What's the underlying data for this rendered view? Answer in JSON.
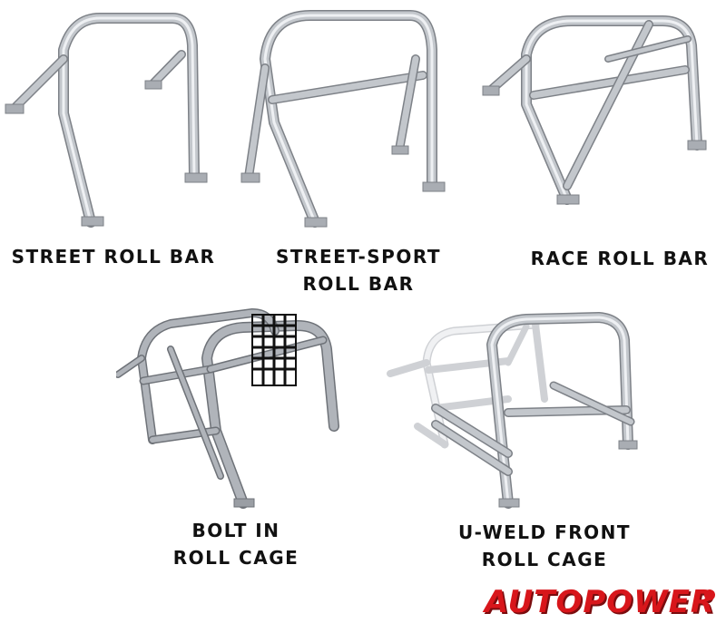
{
  "products": [
    {
      "name": "street-roll-bar",
      "label_lines": [
        "STREET ROLL BAR"
      ]
    },
    {
      "name": "street-sport-roll-bar",
      "label_lines": [
        "STREET-SPORT",
        "ROLL BAR"
      ]
    },
    {
      "name": "race-roll-bar",
      "label_lines": [
        "RACE ROLL BAR"
      ]
    },
    {
      "name": "bolt-in-roll-cage",
      "label_lines": [
        "BOLT IN",
        "ROLL CAGE"
      ]
    },
    {
      "name": "u-weld-front-roll-cage",
      "label_lines": [
        "U-WELD FRONT",
        "ROLL CAGE"
      ]
    }
  ],
  "brand": {
    "logo_text": "AUTOPOWER",
    "accent_color": "#d8161b"
  },
  "tube_color": "#b8bcc2",
  "tube_highlight": "#e4e6ea",
  "tube_shadow": "#7d8187"
}
